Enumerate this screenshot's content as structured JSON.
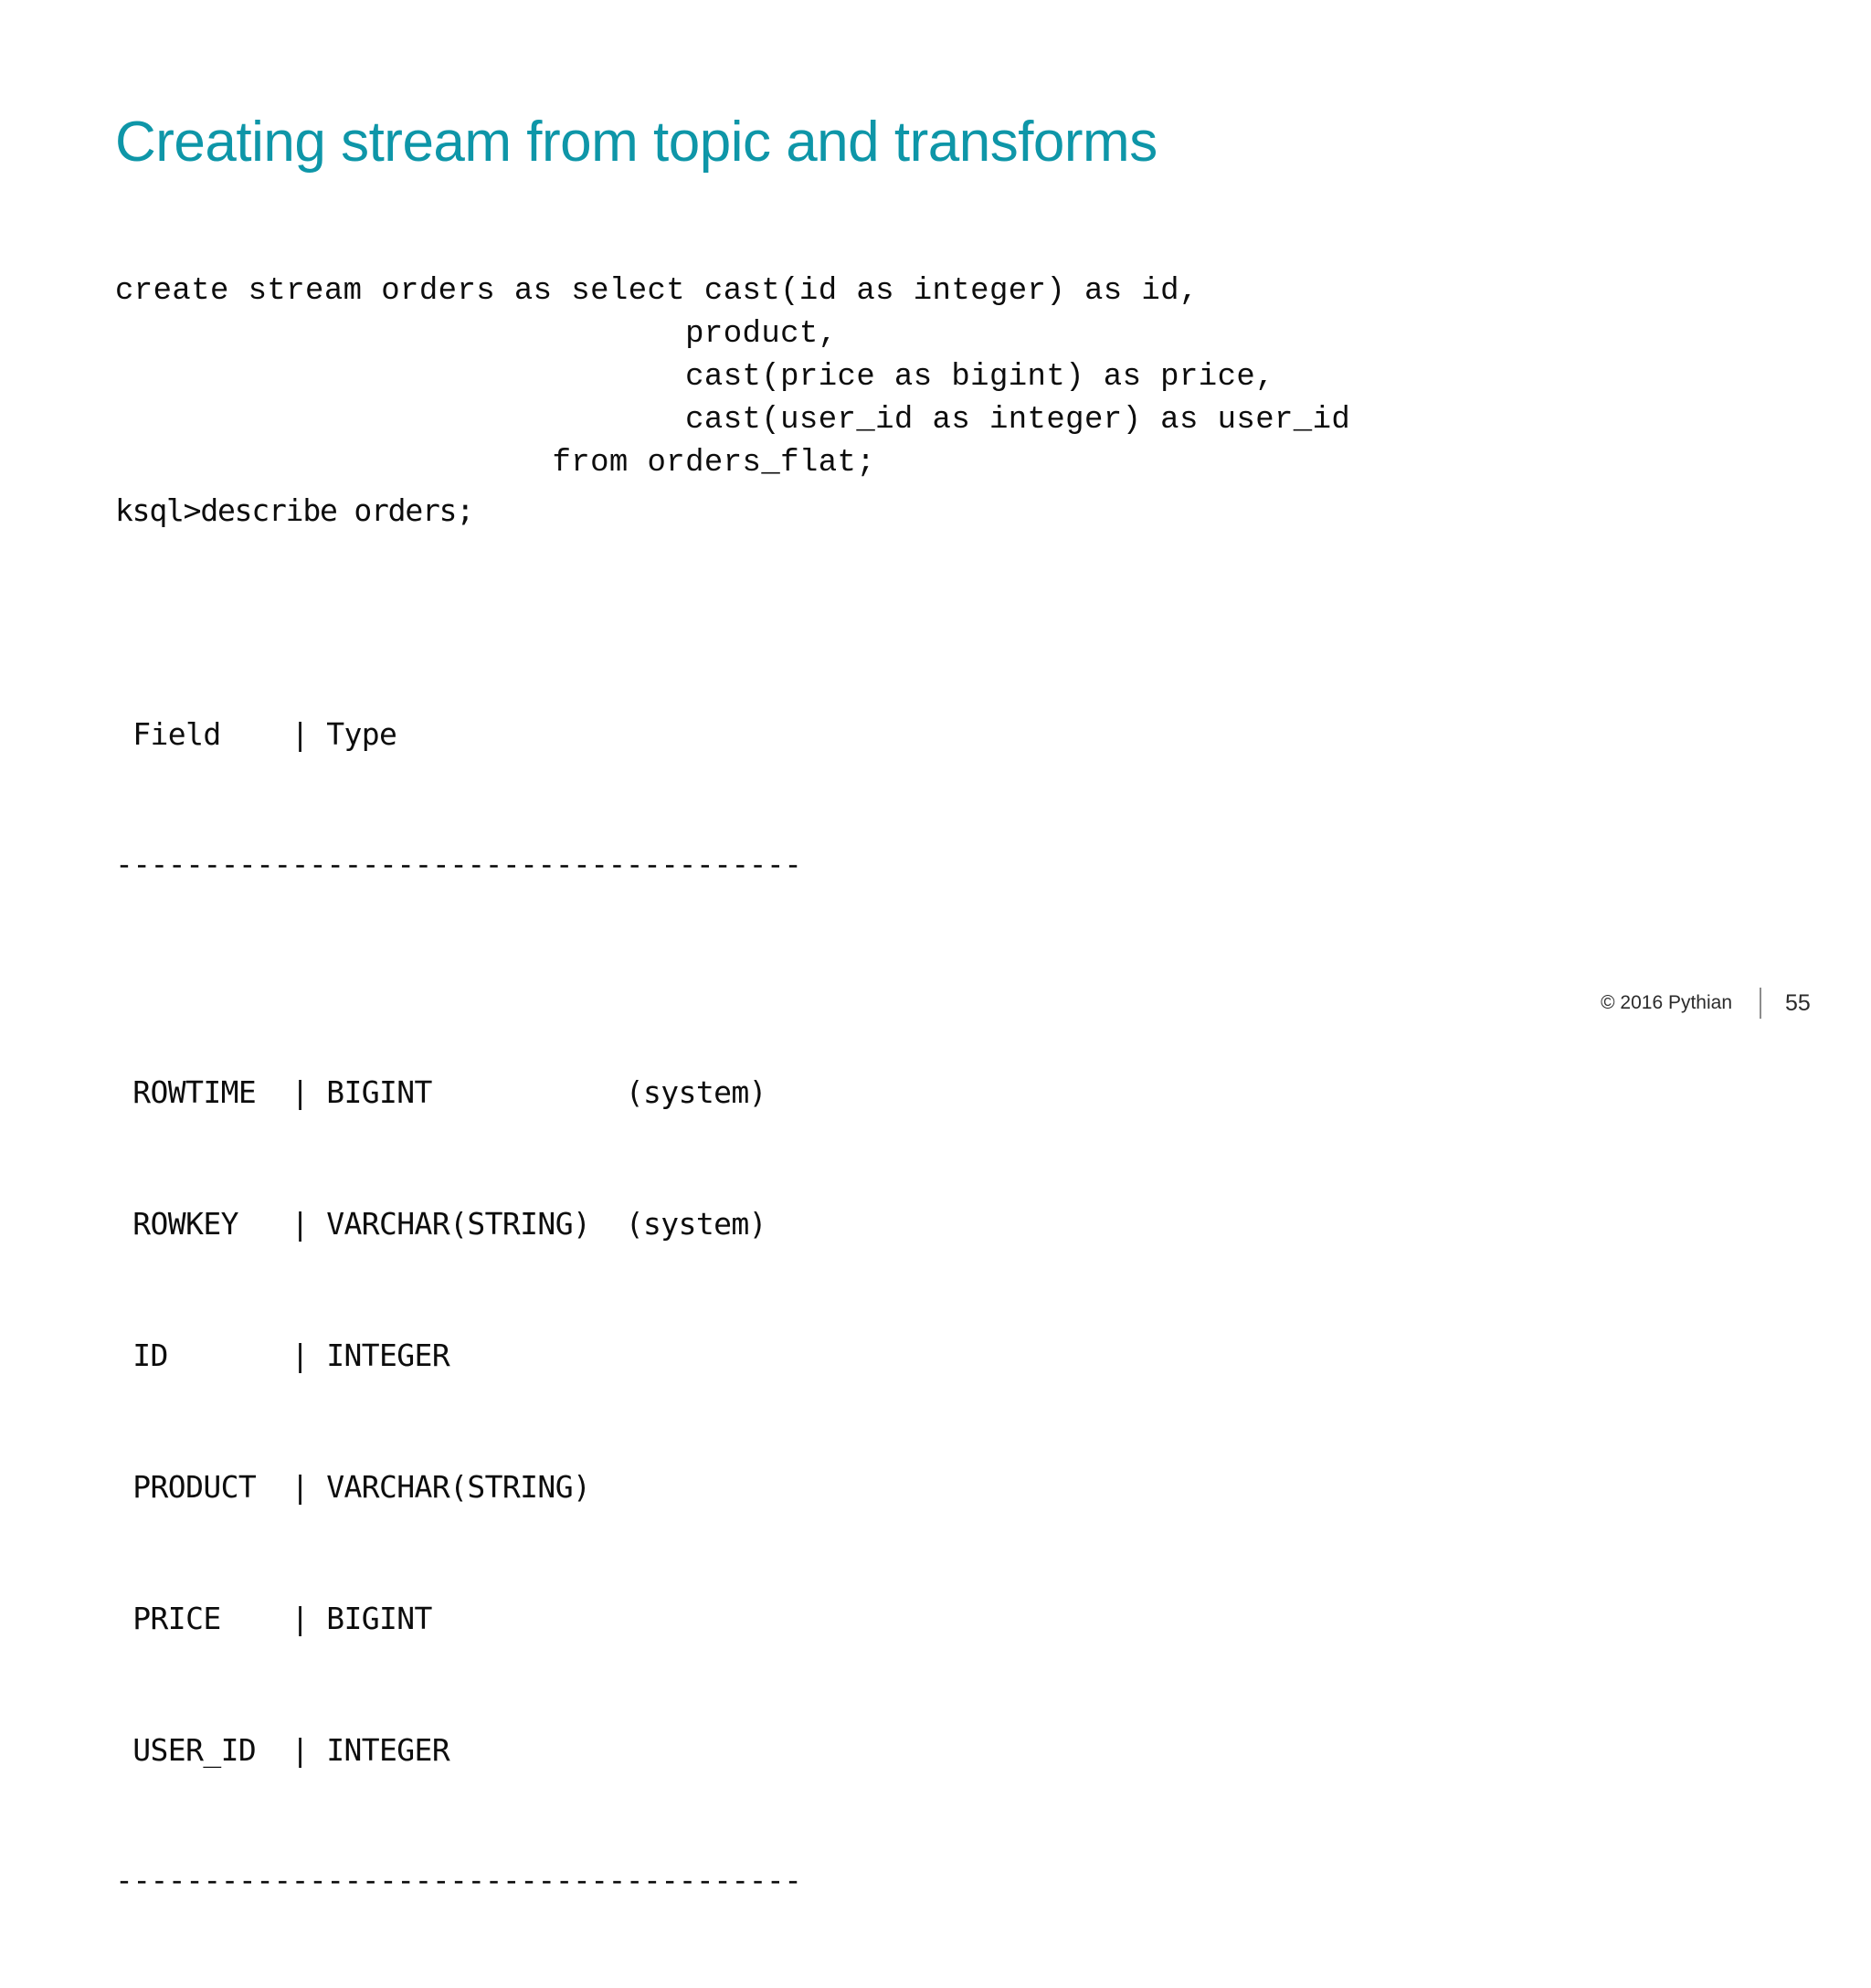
{
  "slide": {
    "title": "Creating stream from topic and transforms",
    "title_color": "#0e96a8",
    "background_color": "#ffffff",
    "text_color": "#0d0d0d"
  },
  "sql": {
    "lines": [
      "create stream orders as select cast(id as integer) as id,",
      "                              product,",
      "                              cast(price as bigint) as price,",
      "                              cast(user_id as integer) as user_id",
      "                       from orders_flat;"
    ]
  },
  "terminal": {
    "prompt_line": "ksql>describe orders;",
    "prompt": "ksql>",
    "command": "describe orders;"
  },
  "describe_table": {
    "header_line": " Field    | Type",
    "headers": [
      "Field",
      "Type"
    ],
    "top_rule": "---------------------------------------",
    "bottom_rule": "---------------------------------------",
    "rows": [
      {
        "line": " ROWTIME  | BIGINT           (system)",
        "field": "ROWTIME",
        "type": "BIGINT",
        "note": "(system)"
      },
      {
        "line": " ROWKEY   | VARCHAR(STRING)  (system)",
        "field": "ROWKEY",
        "type": "VARCHAR(STRING)",
        "note": "(system)"
      },
      {
        "line": " ID       | INTEGER",
        "field": "ID",
        "type": "INTEGER",
        "note": ""
      },
      {
        "line": " PRODUCT  | VARCHAR(STRING)",
        "field": "PRODUCT",
        "type": "VARCHAR(STRING)",
        "note": ""
      },
      {
        "line": " PRICE    | BIGINT",
        "field": "PRICE",
        "type": "BIGINT",
        "note": ""
      },
      {
        "line": " USER_ID  | INTEGER",
        "field": "USER_ID",
        "type": "INTEGER",
        "note": ""
      }
    ]
  },
  "footer": {
    "copyright": "© 2016 Pythian",
    "page_number": "55"
  }
}
